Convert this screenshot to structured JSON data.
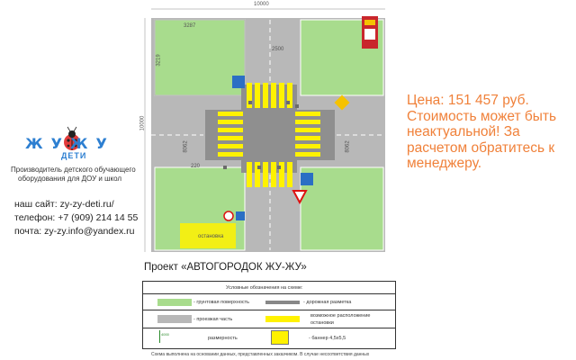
{
  "logo": {
    "brand_text": "ЖУЖУ",
    "sub_text": "ДЕТИ",
    "tagline_line1": "Производитель детского обучающего",
    "tagline_line2": "оборудования для ДОУ и школ"
  },
  "contacts": {
    "site": "наш сайт: zy-zy-deti.ru/",
    "phone": "телефон: +7 (909) 214 14 55",
    "email": "почта: zy-zy.info@yandex.ru"
  },
  "price": {
    "line1": "Цена: 151 457 руб.",
    "line2": "Стоимость может быть",
    "line3": "неактуальной! За",
    "line4": "расчетом обратитесь к",
    "line5": "менеджеру."
  },
  "scheme": {
    "dim_top": "10000",
    "dim_left": "10000",
    "dim_block_w": "3287",
    "dim_block_h": "3219",
    "dim_2500": "2500",
    "dim_road_left": "8062",
    "dim_220": "220",
    "dim_road_right": "8062",
    "bus_stop_label": "остановка"
  },
  "project_title": "Проект «АВТОГОРОДОК ЖУ-ЖУ»",
  "legend": {
    "title": "Условные обозначения на схеме:",
    "items": [
      {
        "label": "- грунтовая поверхность"
      },
      {
        "label": "- дорожная разметка"
      },
      {
        "label": "- проезжая часть"
      },
      {
        "label_1": "возможное расположение",
        "label_2": "остановки"
      },
      {
        "label": "размерность"
      },
      {
        "label": "- баннер 4,5х5,5"
      }
    ],
    "dim_sample": "4000",
    "footnote": "Схема выполнена на основании данных, представленных заказчиком. В случае несоответствия данных"
  },
  "colors": {
    "grass": "#a8dc8d",
    "road": "#b8b8b8",
    "marking": "#fff200",
    "accent": "#f0813a"
  }
}
